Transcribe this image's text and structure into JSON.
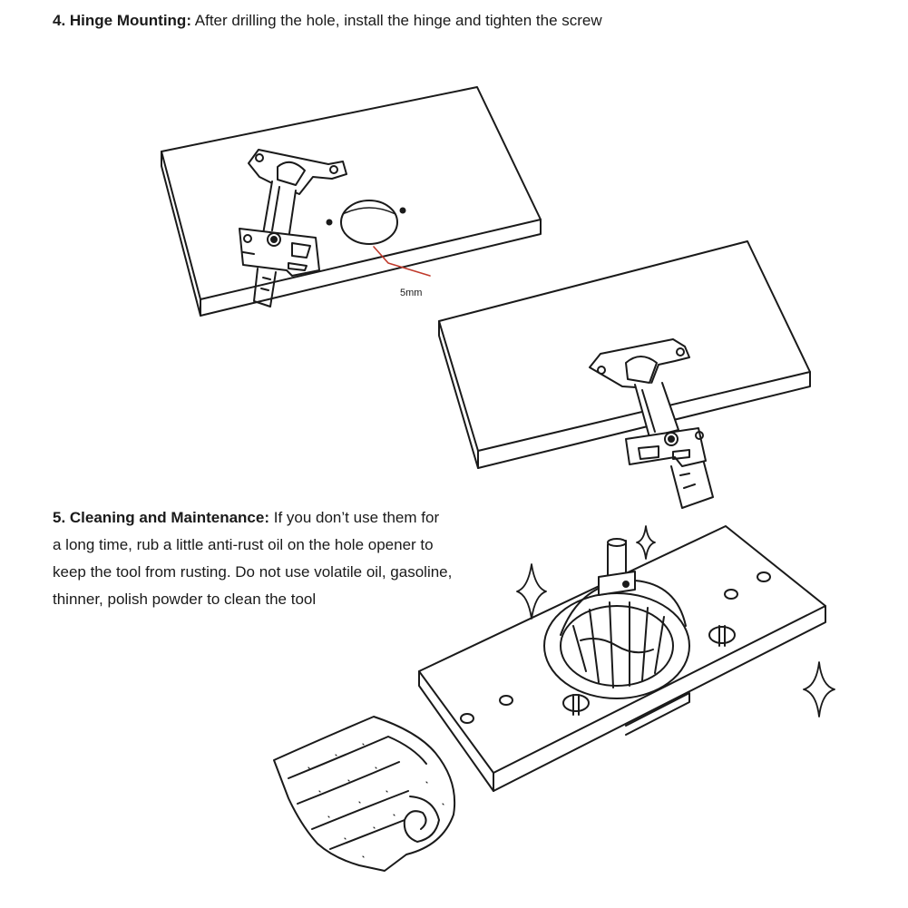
{
  "step4": {
    "heading": "4. Hinge Mounting:",
    "text": " After drilling the hole, install the hinge and tighten the screw",
    "measure_label": "5mm"
  },
  "step5": {
    "heading": "5. Cleaning and Maintenance:",
    "lines": [
      " If you don’t use them for",
      "a long time, rub a little anti-rust oil on the hole opener to",
      "keep the tool from rusting. Do not use volatile oil, gasoline,",
      "thinner, polish powder to clean the tool"
    ]
  },
  "colors": {
    "line": "#1a1a1a",
    "accent_red": "#c0392b",
    "background": "#ffffff"
  }
}
